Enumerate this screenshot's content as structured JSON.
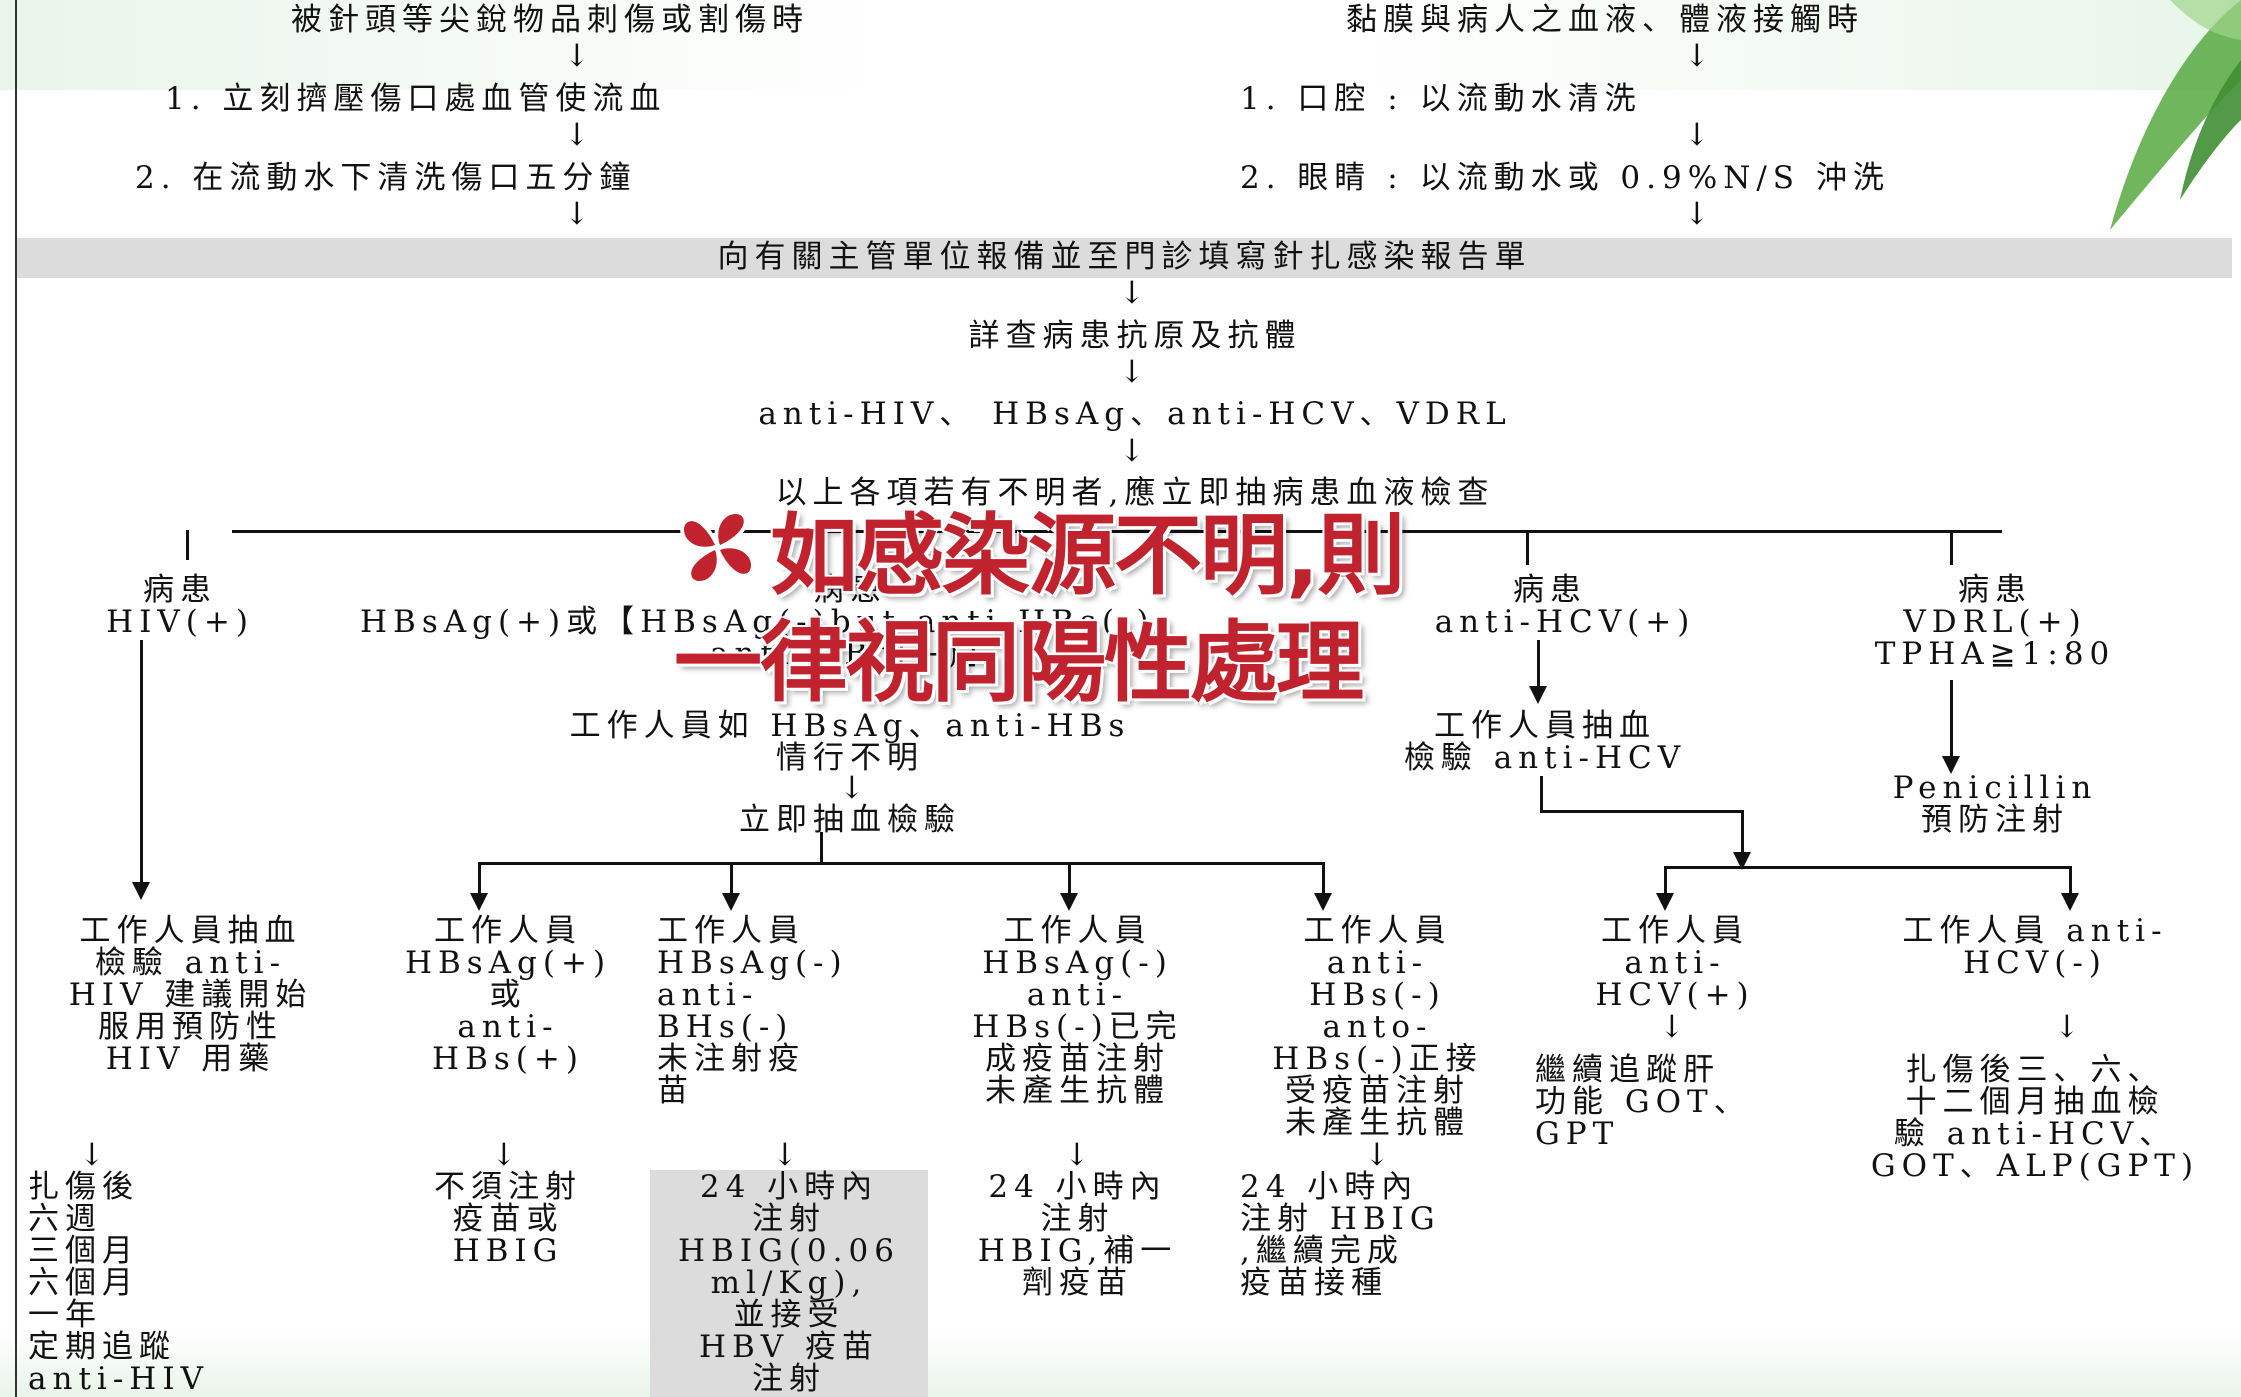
{
  "top": {
    "left_title": "被針頭等尖銳物品刺傷或割傷時",
    "right_title": "黏膜與病人之血液、體液接觸時",
    "left_step1": "1. 立刻擠壓傷口處血管使流血",
    "left_step2": "2. 在流動水下清洗傷口五分鐘",
    "right_step1": "1. 口腔 : 以流動水清洗",
    "right_step2": "2. 眼睛 : 以流動水或 0.9%N/S 沖洗"
  },
  "arrow_glyph": "↓",
  "report_bar": "向有關主管單位報備並至門診填寫針扎感染報告單",
  "check_title": "詳查病患抗原及抗體",
  "antigens": "anti-HIV、 HBsAg、anti-HCV、VDRL",
  "unknown_note": "以上各項若有不明者,應立即抽病患血液檢查",
  "overlay": {
    "line1": "如感染源不明,則",
    "line2": "一律視同陽性處理"
  },
  "branches": {
    "hiv": [
      "病患",
      "HIV(+)"
    ],
    "hbv": [
      "病患",
      "HBsAg(+)或【HBsAg(-)but anti-HBs(-)",
      "anti-HBc(+)】"
    ],
    "hcv": [
      "病患",
      "anti-HCV(+)"
    ],
    "vdrl": [
      "病患",
      "VDRL(+)",
      "TPHA≧1:80"
    ]
  },
  "hbv_mid": [
    "工作人員如 HBsAg、anti-HBs",
    "情行不明"
  ],
  "hbv_draw": "立即抽血檢驗",
  "hcv_mid": [
    "工作人員抽血",
    "檢驗 anti-HCV"
  ],
  "vdrl_mid": [
    "Penicillin",
    "預防注射"
  ],
  "cases": {
    "hiv": [
      "工作人員抽血",
      "檢驗 anti-",
      "HIV 建議開始",
      "服用預防性",
      "HIV 用藥"
    ],
    "hbv1": [
      "工作人員",
      "HBsAg(+)",
      "或",
      "anti-",
      "HBs(+)"
    ],
    "hbv2": [
      "工作人員",
      "HBsAg(-)",
      "anti-",
      "BHs(-)",
      "未注射疫",
      "苗"
    ],
    "hbv3": [
      "工作人員",
      "HBsAg(-)",
      "anti-",
      "HBs(-)已完",
      "成疫苗注射",
      "未產生抗體"
    ],
    "hbv4": [
      "工作人員",
      "anti-",
      "HBs(-)",
      "anto-",
      "HBs(-)正接",
      "受疫苗注射",
      "未產生抗體"
    ],
    "hcv1": [
      "工作人員",
      "anti-",
      "HCV(+)"
    ],
    "hcv2": [
      "工作人員 anti-",
      "HCV(-)"
    ]
  },
  "results": {
    "hiv": [
      "扎傷後",
      "六週",
      "三個月",
      "六個月",
      "一年",
      "定期追蹤",
      "anti-HIV"
    ],
    "hbv1": [
      "不須注射",
      "疫苗或",
      "HBIG"
    ],
    "hbv2": [
      "24 小時內",
      "注射",
      "HBIG(0.06",
      "ml/Kg),",
      "並接受",
      "HBV 疫苗",
      "注射"
    ],
    "hbv3": [
      "24 小時內",
      "注射",
      "HBIG,補一",
      "劑疫苗"
    ],
    "hbv4": [
      "24 小時內",
      "注射 HBIG",
      ",繼續完成",
      "疫苗接種"
    ],
    "hcv1": [
      "繼續追蹤肝",
      "功能 GOT、",
      "GPT"
    ],
    "hcv2": [
      "扎傷後三、六、",
      "十二個月抽血檢",
      "驗 anti-HCV、",
      "GOT、ALP(GPT)"
    ]
  }
}
